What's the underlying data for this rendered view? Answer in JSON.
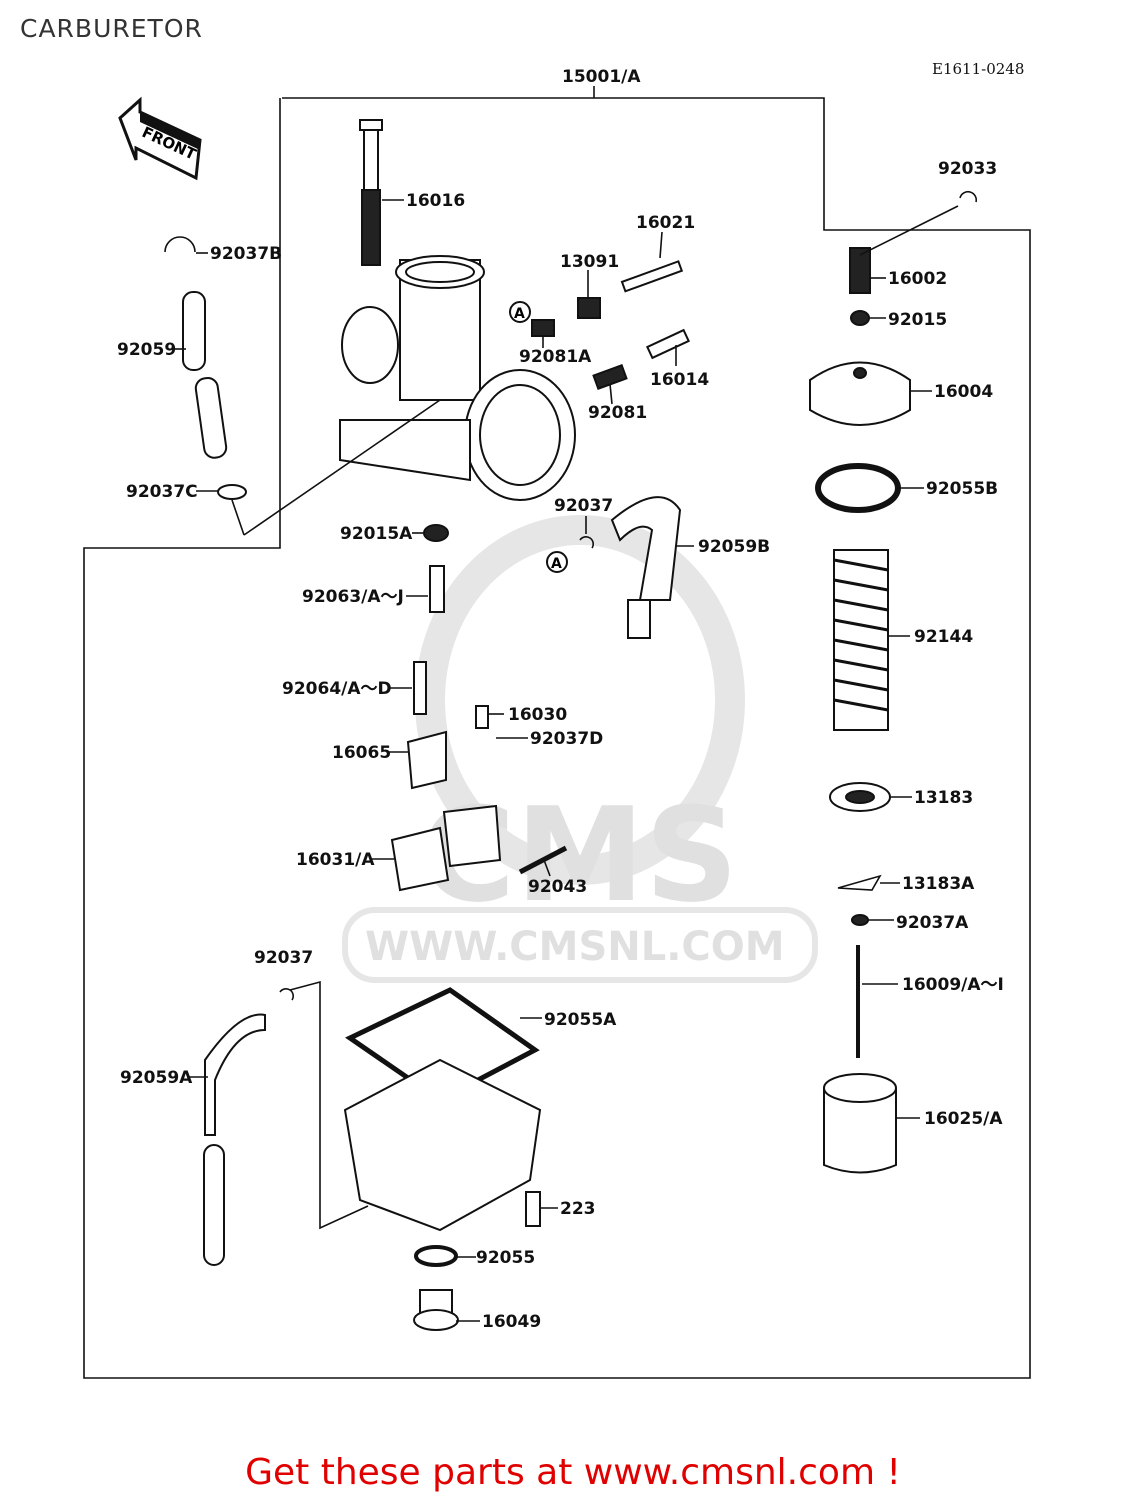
{
  "header": {
    "title": "CARBURETOR",
    "diagram_code": "E1611-0248"
  },
  "front_arrow_label": "FRONT",
  "watermark": {
    "logo_text": "CMS",
    "url_text": "WWW.CMSNL.COM"
  },
  "callout_marker": "A",
  "parts": [
    {
      "number": "15001/A"
    },
    {
      "number": "16016"
    },
    {
      "number": "92037B"
    },
    {
      "number": "92059"
    },
    {
      "number": "92037C"
    },
    {
      "number": "16021"
    },
    {
      "number": "13091"
    },
    {
      "number": "92081A"
    },
    {
      "number": "16014"
    },
    {
      "number": "92081"
    },
    {
      "number": "92033"
    },
    {
      "number": "16002"
    },
    {
      "number": "92015"
    },
    {
      "number": "16004"
    },
    {
      "number": "92055B"
    },
    {
      "number": "92015A"
    },
    {
      "number": "92037"
    },
    {
      "number": "92059B"
    },
    {
      "number": "92063/A～J"
    },
    {
      "number": "92144"
    },
    {
      "number": "92064/A～D"
    },
    {
      "number": "16030"
    },
    {
      "number": "92037D"
    },
    {
      "number": "16065"
    },
    {
      "number": "13183"
    },
    {
      "number": "16031/A"
    },
    {
      "number": "92043"
    },
    {
      "number": "13183A"
    },
    {
      "number": "92037A"
    },
    {
      "number": "92037"
    },
    {
      "number": "16009/A～I"
    },
    {
      "number": "92055A"
    },
    {
      "number": "92059A"
    },
    {
      "number": "16025/A"
    },
    {
      "number": "223"
    },
    {
      "number": "92055"
    },
    {
      "number": "16049"
    }
  ],
  "footer": {
    "text": "Get these parts at www.cmsnl.com !",
    "color": "#e10000"
  }
}
